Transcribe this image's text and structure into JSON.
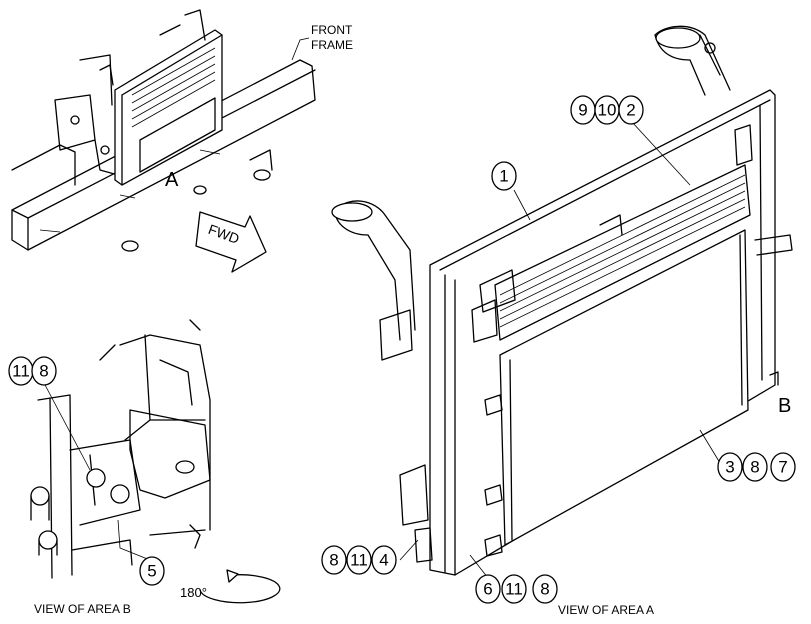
{
  "labels": {
    "front_frame_1": "FRONT",
    "front_frame_2": "FRAME",
    "area_a": "A",
    "area_b": "B",
    "fwd": "FWD",
    "rotation": "180°",
    "view_b": "VIEW OF AREA B",
    "view_a": "VIEW OF AREA A"
  },
  "callouts": {
    "c11_b": "11",
    "c8_b": "8",
    "c5": "5",
    "c9": "9",
    "c10": "10",
    "c2": "2",
    "c1": "1",
    "c3": "3",
    "c8_r": "8",
    "c7": "7",
    "c8_l": "8",
    "c11_l": "11",
    "c4": "4",
    "c6": "6",
    "c11_bot": "11",
    "c8_bot": "8"
  }
}
